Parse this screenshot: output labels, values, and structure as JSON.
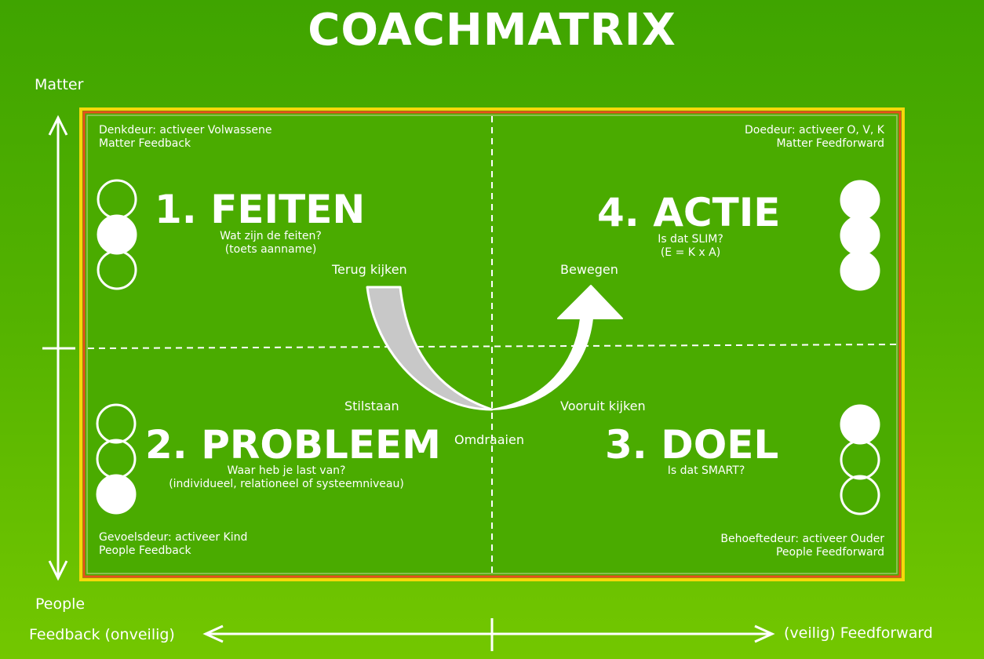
{
  "title": "COACHMATRIX",
  "axes": {
    "top": "Matter",
    "bottom": "People",
    "left": "Feedback (onveilig)",
    "right": "(veilig) Feedforward"
  },
  "corners": {
    "top_left": {
      "line1": "Denkdeur: activeer Volwassene",
      "line2": "Matter Feedback"
    },
    "top_right": {
      "line1": "Doedeur: activeer  O, V, K",
      "line2": "Matter Feedforward"
    },
    "bottom_left": {
      "line1": "Gevoelsdeur: activeer  Kind",
      "line2": "People Feedback"
    },
    "bottom_right": {
      "line1": "Behoeftedeur: activeer  Ouder",
      "line2": "People Feedforward"
    }
  },
  "quadrants": {
    "feiten": {
      "title": "1. FEITEN",
      "sub1": "Wat zijn de feiten?",
      "sub2": "(toets aanname)"
    },
    "probleem": {
      "title": "2. PROBLEEM",
      "sub1": "Waar heb je last van?",
      "sub2": "(individueel, relationeel of systeemniveau)"
    },
    "doel": {
      "title": "3. DOEL",
      "sub1": "Is dat SMART?"
    },
    "actie": {
      "title": "4. ACTIE",
      "sub1": "Is dat SLIM?",
      "sub2": "(E = K x A)"
    }
  },
  "arrow_labels": {
    "terug_kijken": "Terug kijken",
    "bewegen": "Bewegen",
    "stilstaan": "Stilstaan",
    "vooruit_kijken": "Vooruit kijken",
    "omdraaien": "Omdraaien"
  },
  "indicators": {
    "feiten": [
      false,
      true,
      false
    ],
    "probleem": [
      false,
      false,
      true
    ],
    "doel": [
      true,
      false,
      false
    ],
    "actie": [
      true,
      true,
      true
    ]
  },
  "colors": {
    "background_top": "#3fa400",
    "background_bottom": "#73c700",
    "panel": "#4aab00",
    "border_outer": "#e94f1c",
    "border_inner": "#f5d90a",
    "back_arrow": "#c8c8c8",
    "forward_arrow": "#ffffff"
  }
}
